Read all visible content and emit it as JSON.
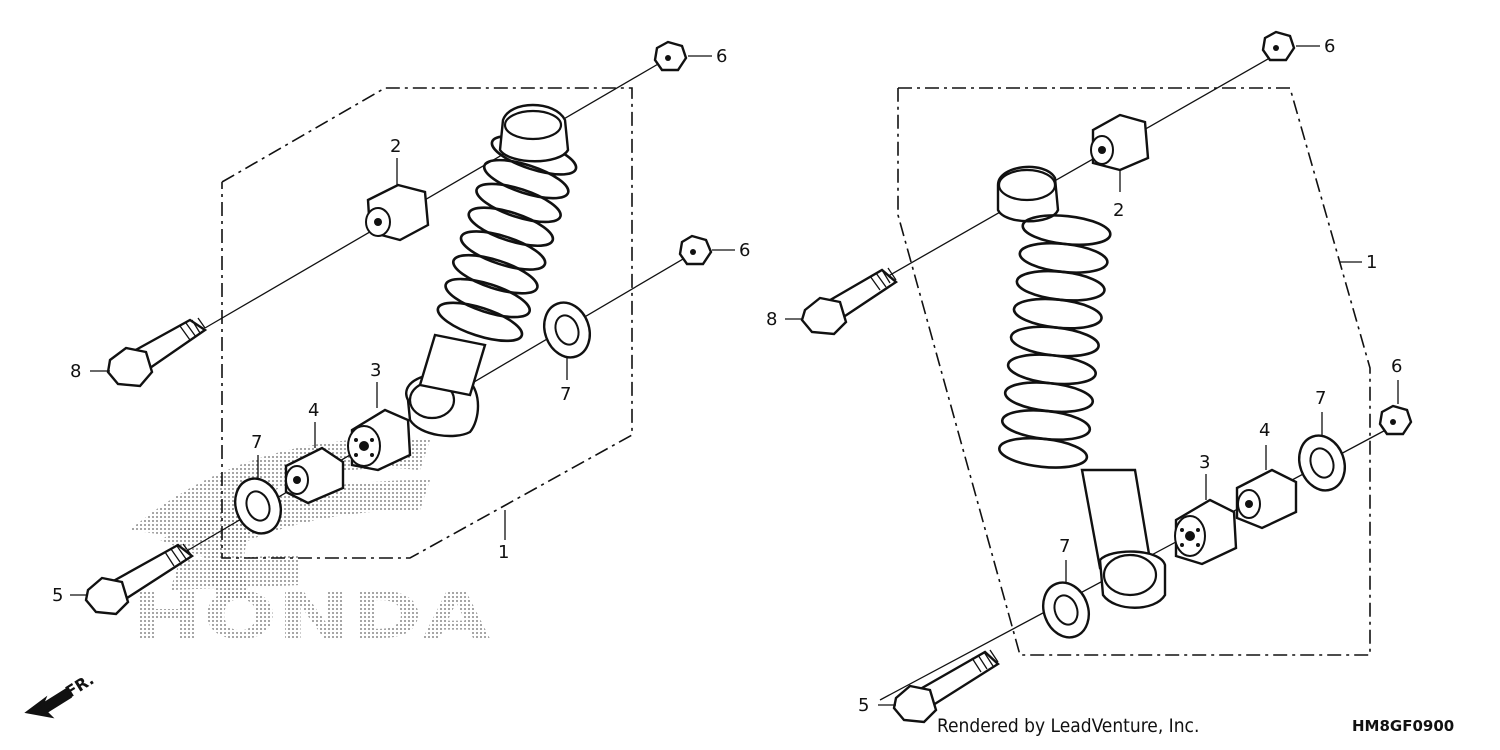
{
  "labels": {
    "left": {
      "shock": "1",
      "bushing_upper": "2",
      "bushing_lower": "3",
      "collar": "4",
      "bolt_lower": "5",
      "nut_upper": "6",
      "nut_mid": "6",
      "washer_upper": "7",
      "washer_lower": "7",
      "bolt_upper": "8"
    },
    "right": {
      "shock": "1",
      "bushing_upper": "2",
      "bushing_lower": "3",
      "collar": "4",
      "bolt_lower": "5",
      "nut_upper": "6",
      "nut_lower": "6",
      "washer_lower_right": "7",
      "washer_lower_left": "7",
      "bolt_upper": "8"
    }
  },
  "watermark": {
    "text": "HONDA"
  },
  "direction": {
    "text": "FR."
  },
  "footer": {
    "credit": "Rendered by LeadVenture, Inc.",
    "code": "HM8GF0900"
  }
}
